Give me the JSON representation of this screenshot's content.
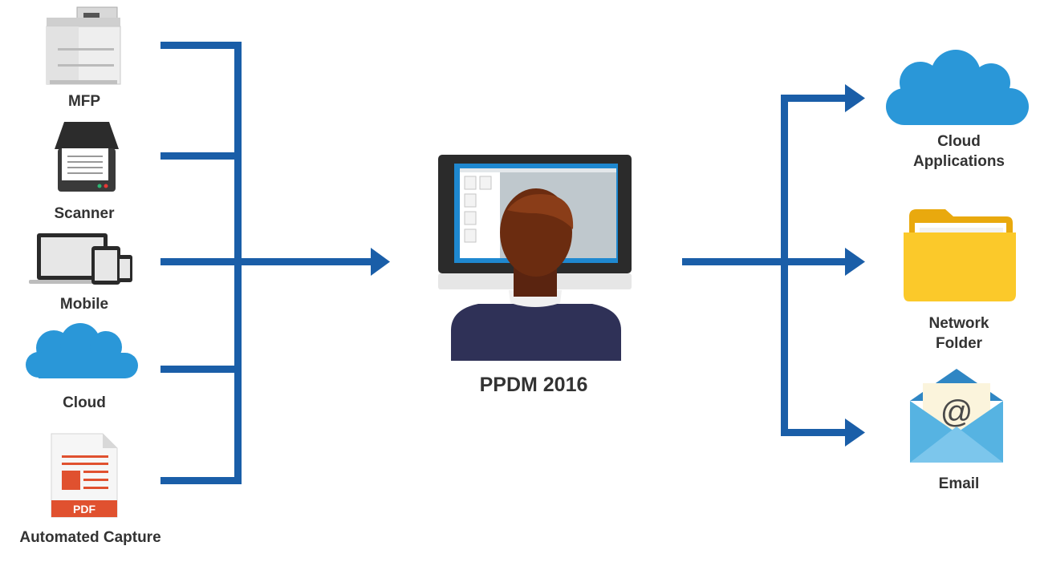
{
  "colors": {
    "connector": "#1a5ea8",
    "cloud": "#2a97d8",
    "folder": "#fbc92a",
    "envelope": "#56b3e2",
    "pdf": "#e0512f",
    "shirt": "#2f3157",
    "hair": "#6b2c10",
    "label": "#333333"
  },
  "sources": [
    {
      "label": "MFP",
      "icon": "mfp-icon"
    },
    {
      "label": "Scanner",
      "icon": "scanner-icon"
    },
    {
      "label": "Mobile",
      "icon": "mobile-devices-icon"
    },
    {
      "label": "Cloud",
      "icon": "cloud-icon"
    },
    {
      "label": "Automated Capture",
      "icon": "pdf-document-icon",
      "badge": "PDF"
    }
  ],
  "center": {
    "label": "PPDM 2016",
    "icon": "user-at-computer-icon"
  },
  "destinations": [
    {
      "label_line1": "Cloud",
      "label_line2": "Applications",
      "icon": "cloud-icon"
    },
    {
      "label_line1": "Network",
      "label_line2": "Folder",
      "icon": "folder-icon"
    },
    {
      "label": "Email",
      "icon": "envelope-icon",
      "symbol": "@"
    }
  ]
}
